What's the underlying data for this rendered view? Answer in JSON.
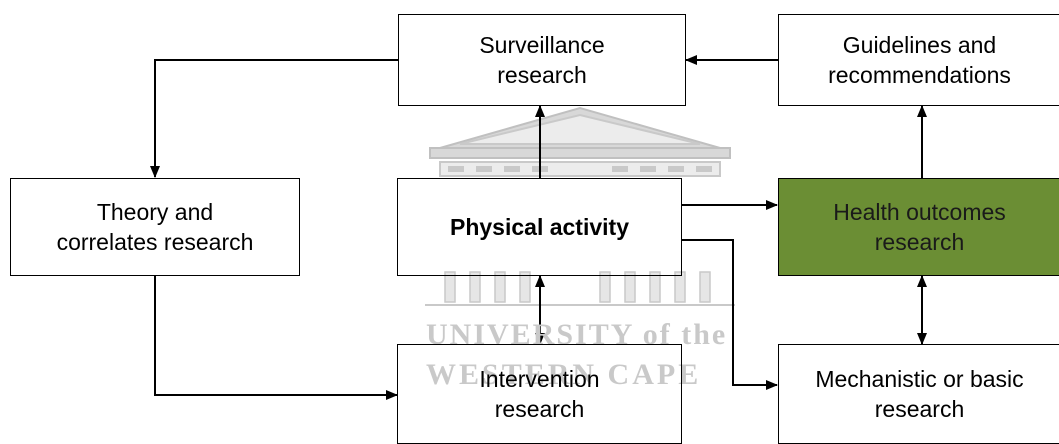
{
  "diagram": {
    "nodes": {
      "surveillance": {
        "label": "Surveillance\nresearch"
      },
      "guidelines": {
        "label": "Guidelines and\nrecommendations"
      },
      "theory": {
        "label": "Theory and\ncorrelates research"
      },
      "physical_activity": {
        "label": "Physical activity"
      },
      "health_outcomes": {
        "label": "Health outcomes\nresearch"
      },
      "intervention": {
        "label": "Intervention\nresearch"
      },
      "mechanistic": {
        "label": "Mechanistic or basic\nresearch"
      }
    },
    "colors": {
      "health_outcomes_fill": "#6b8e34",
      "health_outcomes_text": "#1a1a1a",
      "watermark": "#c9c9c9"
    },
    "watermark": {
      "line1": "UNIVERSITY of the",
      "line2": "WESTERN CAPE"
    }
  }
}
